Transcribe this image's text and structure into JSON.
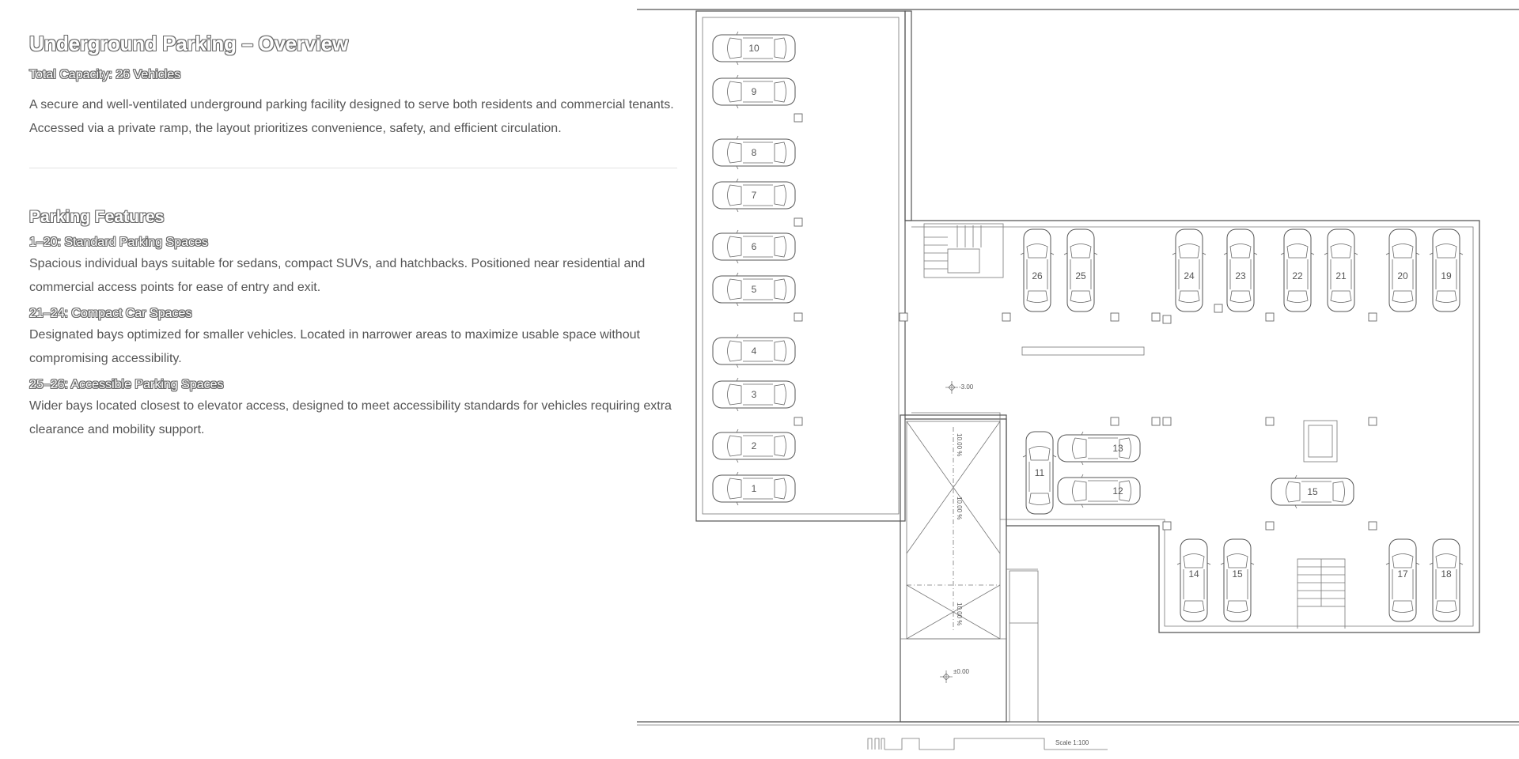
{
  "overview": {
    "title": "Underground Parking – Overview",
    "capacity": "Total Capacity: 26 Vehicles",
    "intro": "A secure and well-ventilated underground parking facility designed to serve both residents and commercial tenants. Accessed via a private ramp, the layout prioritizes convenience, safety, and efficient circulation."
  },
  "features": {
    "heading": "Parking Features",
    "items": [
      {
        "title": "1–20: Standard Parking Spaces",
        "description": "Spacious individual bays suitable for sedans, compact SUVs, and hatchbacks. Positioned near residential and commercial access points for ease of entry and exit."
      },
      {
        "title": "21–24: Compact Car Spaces",
        "description": "Designated bays optimized for smaller vehicles. Located in narrower areas to maximize usable space without compromising accessibility."
      },
      {
        "title": "25–26: Accessible Parking Spaces",
        "description": "Wider bays located closest to elevator access, designed to meet accessibility standards for vehicles requiring extra clearance and mobility support."
      }
    ]
  },
  "plan": {
    "scale": "Scale 1:100",
    "ramp_slopes": [
      "10.00 %",
      "10.00 %",
      "10.00 %"
    ],
    "level_marks": [
      "-3.00",
      "±0.00"
    ],
    "stall_numbers": {
      "left_column": [
        "10",
        "9",
        "8",
        "7",
        "6",
        "5",
        "4",
        "3",
        "2",
        "1"
      ],
      "top_row": [
        "26",
        "25",
        "24",
        "23",
        "22",
        "21",
        "20",
        "19"
      ],
      "middle": [
        "11",
        "13",
        "12",
        "15"
      ],
      "bottom_row": [
        "14",
        "15",
        "17",
        "18"
      ]
    }
  }
}
